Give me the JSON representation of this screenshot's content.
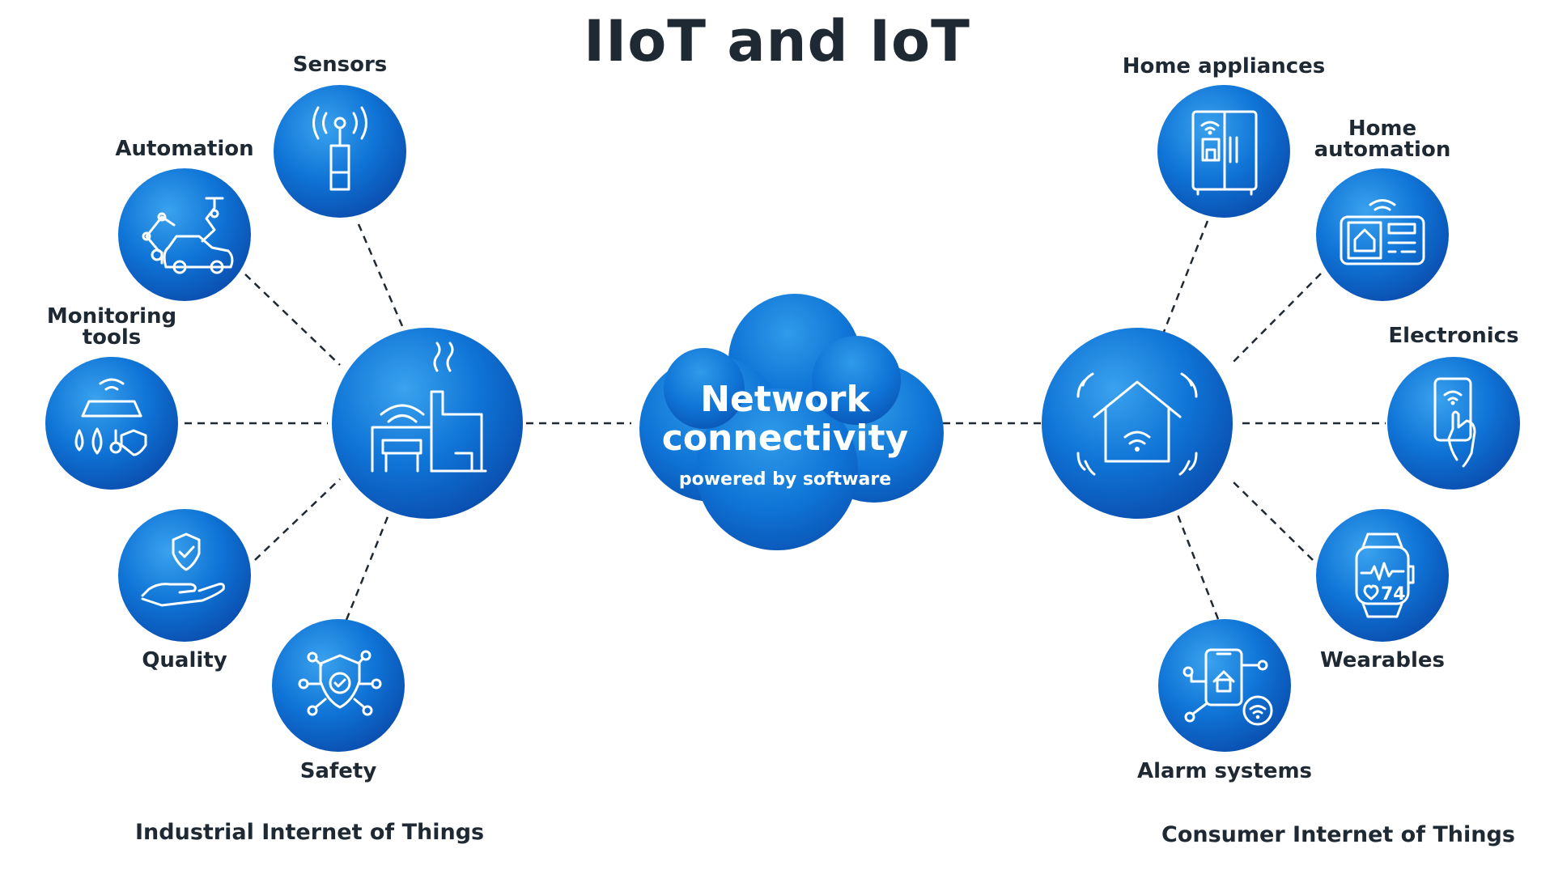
{
  "title": "IIoT and IoT",
  "center": {
    "line1": "Network",
    "line2": "connectivity",
    "subtitle": "powered by software"
  },
  "industrial": {
    "section_label": "Industrial Internet of Things",
    "nodes": {
      "sensors": "Sensors",
      "automation": "Automation",
      "monitoring_line1": "Monitoring",
      "monitoring_line2": "tools",
      "quality": "Quality",
      "safety": "Safety"
    }
  },
  "consumer": {
    "section_label": "Consumer Internet of Things",
    "nodes": {
      "home_appliances": "Home appliances",
      "home_automation_line1": "Home",
      "home_automation_line2": "automation",
      "electronics": "Electronics",
      "wearables": "Wearables",
      "alarm_systems": "Alarm systems"
    },
    "watch_reading": "74"
  },
  "colors": {
    "circle_light": "#3aa2ee",
    "circle_mid": "#0f74d6",
    "circle_dark": "#0a4fb0",
    "text": "#1f2933",
    "icon": "#ffffff"
  }
}
